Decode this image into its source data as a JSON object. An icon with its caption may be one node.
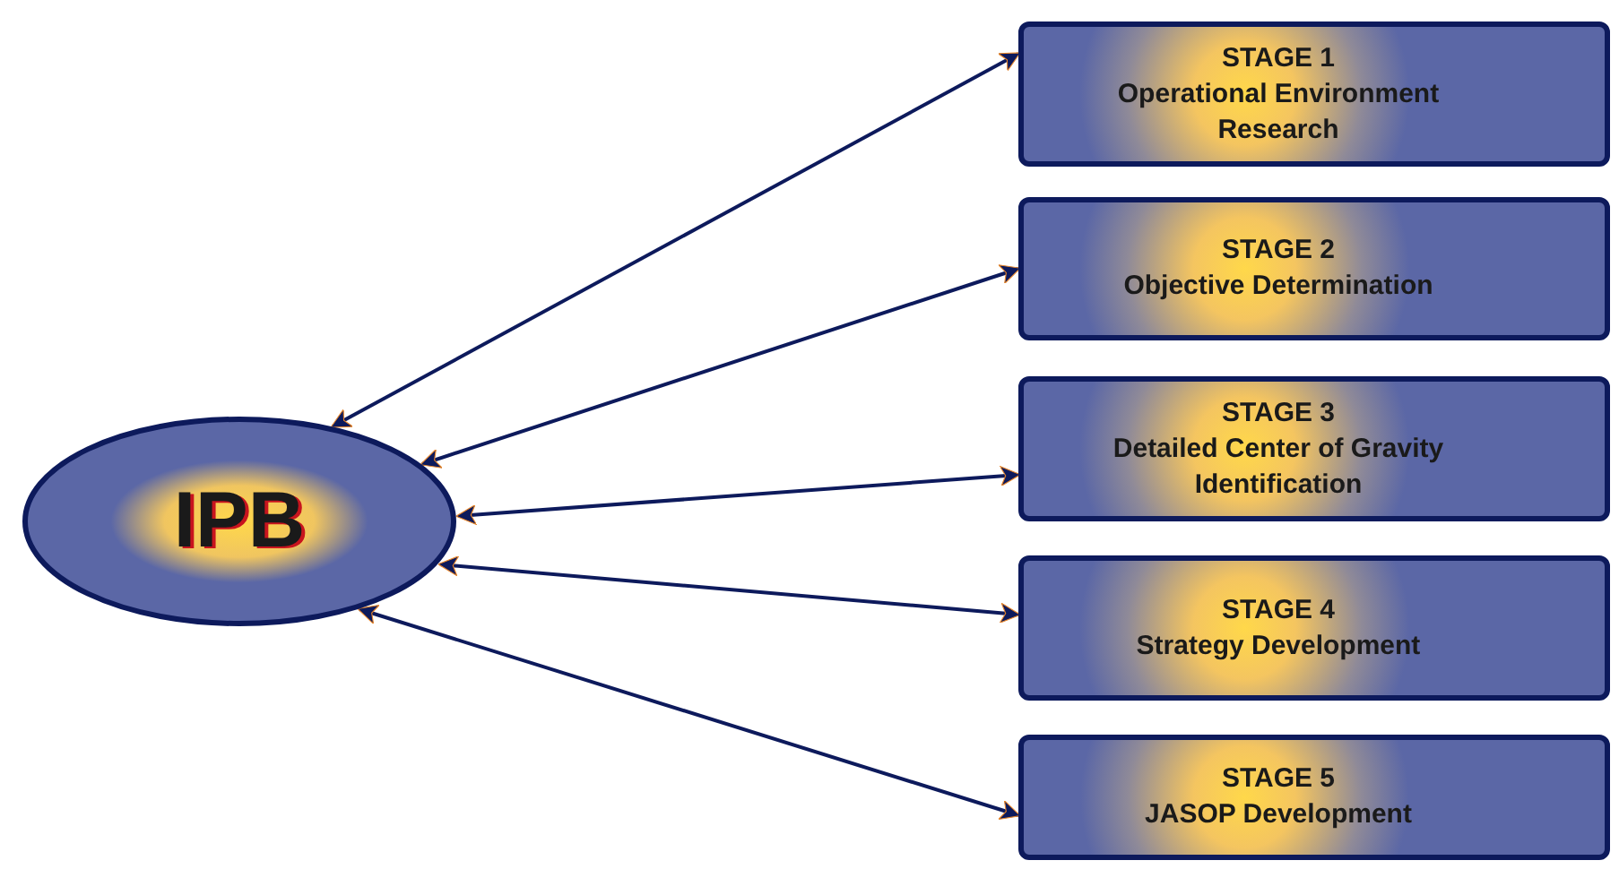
{
  "diagram": {
    "nodes": [
      {
        "text": [
          "IPB"
        ]
      },
      {
        "text": [
          "STAGE 1",
          "Operational Environment Research"
        ]
      },
      {
        "text": [
          "STAGE 2",
          "Objective Determination"
        ]
      },
      {
        "text": [
          "STAGE 3",
          "Detailed Center of Gravity Identification"
        ]
      },
      {
        "text": [
          "STAGE 4",
          "Strategy Development"
        ]
      },
      {
        "text": [
          "STAGE 5",
          "JASOP Development"
        ]
      }
    ],
    "edges": [
      {
        "from": 0,
        "to": 1,
        "arrow": "both"
      },
      {
        "from": 0,
        "to": 2,
        "arrow": "both"
      },
      {
        "from": 0,
        "to": 3,
        "arrow": "both"
      },
      {
        "from": 0,
        "to": 4,
        "arrow": "both"
      },
      {
        "from": 0,
        "to": 5,
        "arrow": "both"
      }
    ]
  }
}
